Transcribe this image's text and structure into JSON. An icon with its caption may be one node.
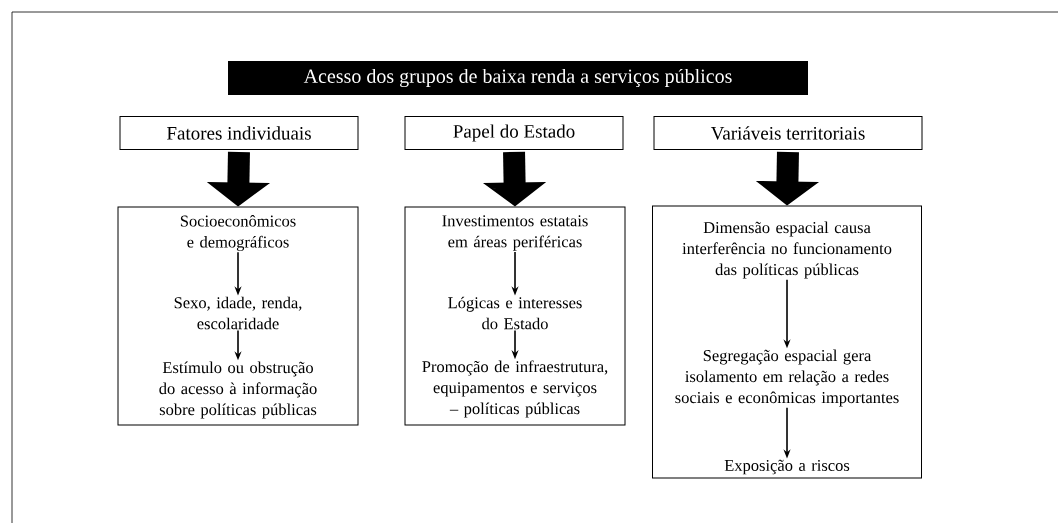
{
  "diagram": {
    "nodes": [
      {
        "text": [
          "Acesso dos grupos de baixa renda a serviços públicos"
        ]
      },
      {
        "text": [
          "Fatores individuais"
        ]
      },
      {
        "text": [
          "Papel do Estado"
        ]
      },
      {
        "text": [
          "Variáveis territoriais"
        ]
      },
      {
        "text": [],
        "shape": "box"
      },
      {
        "text": [
          "Socioeconômicos e demográficos"
        ],
        "in": 4
      },
      {
        "text": [
          "Sexo, idade, renda, escolaridade"
        ],
        "in": 4
      },
      {
        "text": [
          "Estímulo ou obstrução do acesso à informação sobre políticas públicas"
        ],
        "in": 4
      },
      {
        "text": [],
        "shape": "box"
      },
      {
        "text": [
          "Investimentos estatais em áreas periféricas"
        ],
        "in": 8
      },
      {
        "text": [
          "Lógicas e interesses do Estado"
        ],
        "in": 8
      },
      {
        "text": [
          "Promoção de infraestrutura, equipamentos e serviços – políticas públicas"
        ],
        "in": 8
      },
      {
        "text": [],
        "shape": "box"
      },
      {
        "text": [
          "Dimensão espacial causa interferência no funcionamento das políticas públicas"
        ],
        "in": 12
      },
      {
        "text": [
          "Segregação espacial gera isolamento em relação a redes sociais e econômicas importantes"
        ],
        "in": 12
      },
      {
        "text": [
          "Exposição a riscos"
        ],
        "in": 12
      }
    ],
    "edges": [
      {
        "from": 1,
        "to": 4,
        "arrow": "to",
        "style": "thick"
      },
      {
        "from": 5,
        "to": 6,
        "arrow": "to"
      },
      {
        "from": 6,
        "to": 7,
        "arrow": "to"
      },
      {
        "from": 2,
        "to": 8,
        "arrow": "to",
        "style": "thick"
      },
      {
        "from": 9,
        "to": 10,
        "arrow": "to"
      },
      {
        "from": 10,
        "to": 11,
        "arrow": "to"
      },
      {
        "from": 3,
        "to": 12,
        "arrow": "to",
        "style": "thick"
      },
      {
        "from": 13,
        "to": 14,
        "arrow": "to"
      },
      {
        "from": 14,
        "to": 15,
        "arrow": "to"
      }
    ]
  }
}
